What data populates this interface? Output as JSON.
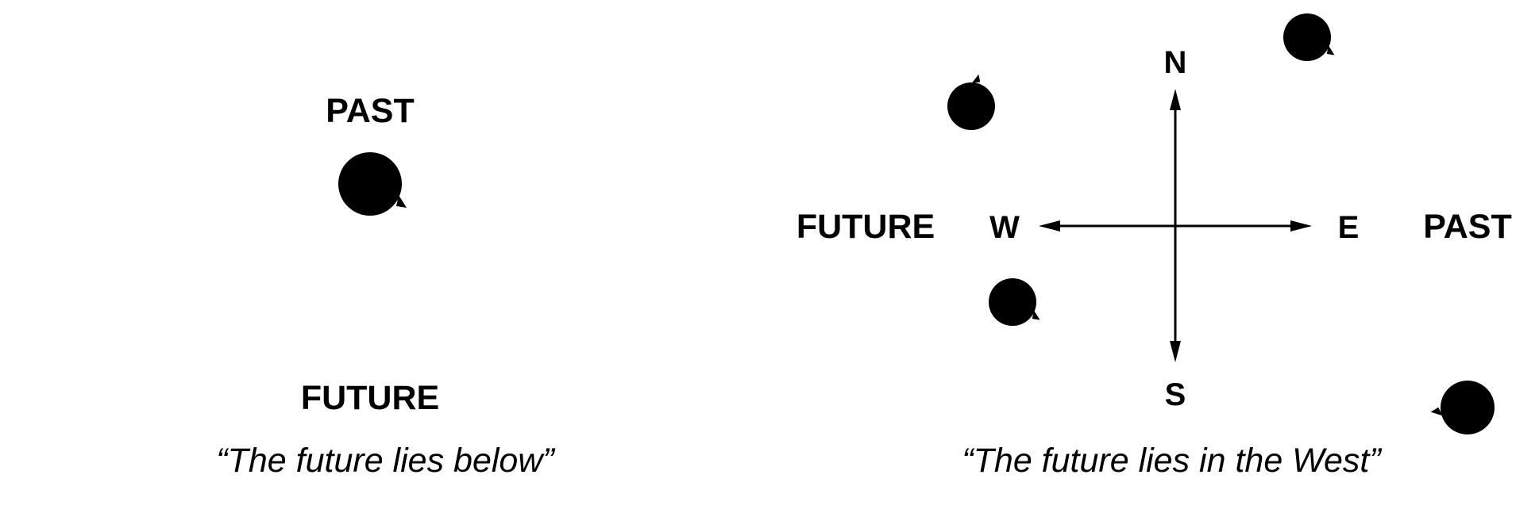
{
  "left_panel": {
    "top_label": "PAST",
    "bottom_label": "FUTURE",
    "caption": "“The future lies below”"
  },
  "right_panel": {
    "compass": {
      "north": "N",
      "south": "S",
      "east": "E",
      "west": "W"
    },
    "west_label": "FUTURE",
    "east_label": "PAST",
    "caption": "“The future lies in the West”"
  },
  "colors": {
    "ink": "#000000",
    "background": "#ffffff"
  }
}
